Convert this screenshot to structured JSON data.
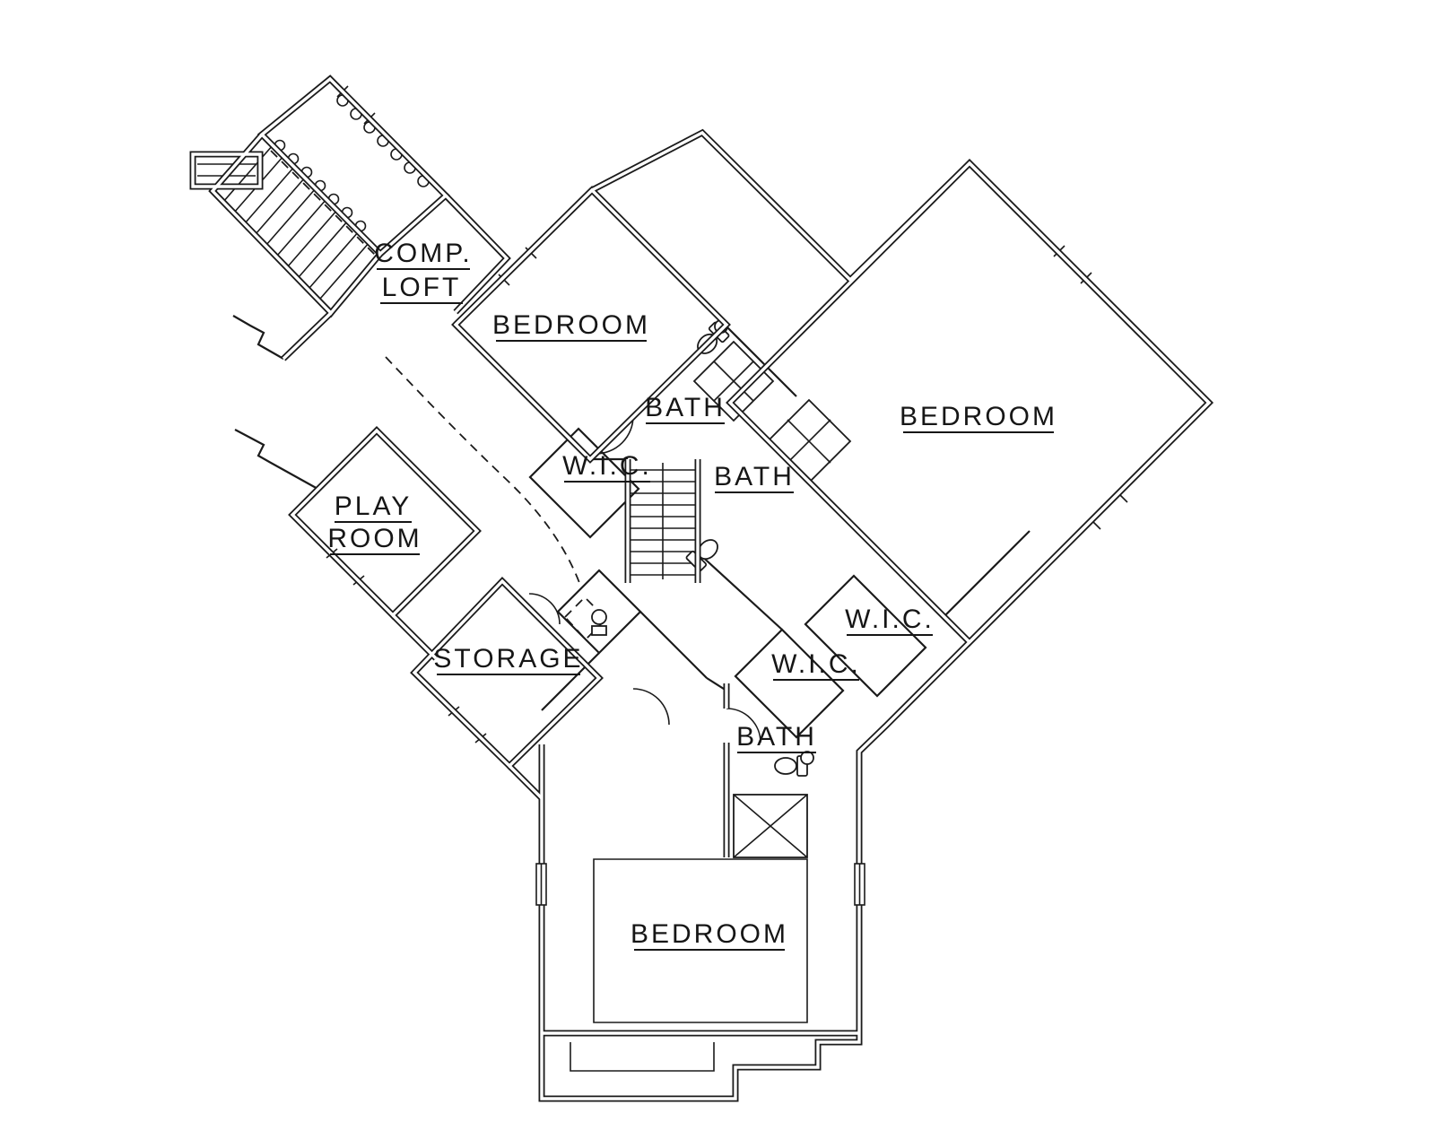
{
  "drawing": {
    "type": "architectural-floor-plan",
    "background": "#ffffff",
    "line_color": "#1b1b1b"
  },
  "rooms": {
    "comp_loft": {
      "line1": "COMP.",
      "line2": "LOFT"
    },
    "bedroom_upper": {
      "label": "BEDROOM"
    },
    "bath_upper": {
      "label": "BATH"
    },
    "wic_center": {
      "label": "W.I.C."
    },
    "bath_center": {
      "label": "BATH"
    },
    "bedroom_right": {
      "label": "BEDROOM"
    },
    "play_room": {
      "line1": "PLAY",
      "line2": "ROOM"
    },
    "storage": {
      "label": "STORAGE"
    },
    "wic_right_upper": {
      "label": "W.I.C."
    },
    "wic_right_lower": {
      "label": "W.I.C."
    },
    "bath_lower": {
      "label": "BATH"
    },
    "bedroom_lower": {
      "label": "BEDROOM"
    }
  }
}
